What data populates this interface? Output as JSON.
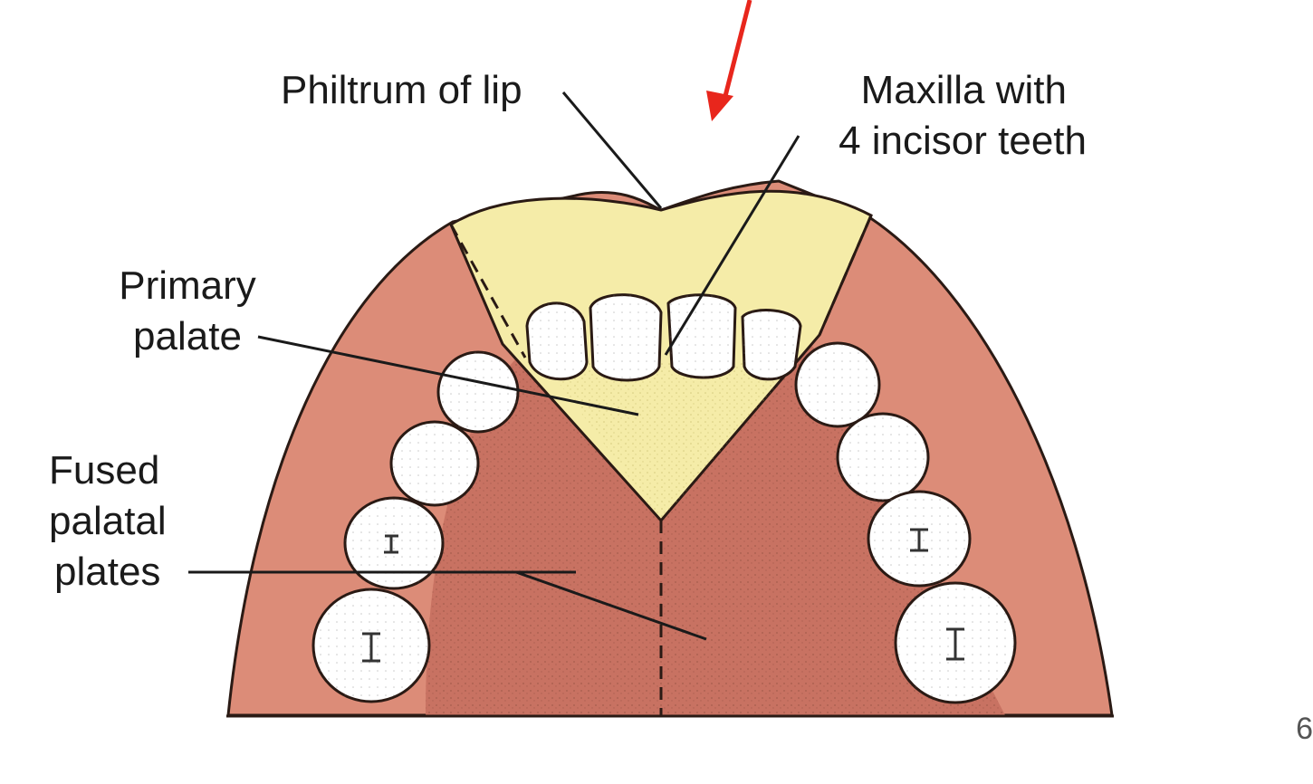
{
  "labels": {
    "philtrum": "Philtrum of lip",
    "maxilla_line1": "Maxilla with",
    "maxilla_line2": "4 incisor teeth",
    "primary_line1": "Primary",
    "primary_line2": "palate",
    "fused_line1": "Fused",
    "fused_line2": "palatal",
    "fused_line3": "plates"
  },
  "corner_text": "6",
  "colors": {
    "lip_gum": "#dc8c78",
    "palate_fill": "#c87262",
    "primary_palate": "#f5eca8",
    "tooth": "#ffffff",
    "outline": "#2a1a14",
    "pointer_arrow": "#e8261c"
  }
}
